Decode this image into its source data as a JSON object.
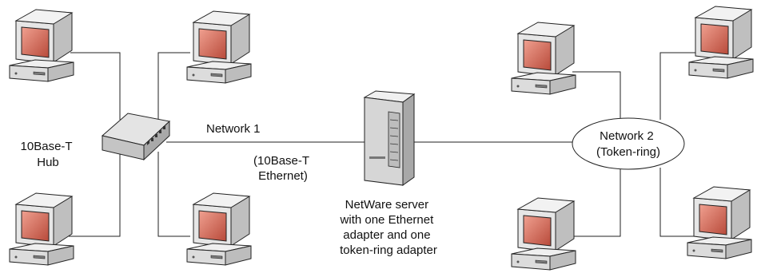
{
  "labels": {
    "hub": [
      "10Base-T",
      "Hub"
    ],
    "network1": [
      "Network 1"
    ],
    "network1_type": [
      "(10Base-T",
      "Ethernet)"
    ],
    "server": [
      "NetWare server",
      "with one Ethernet",
      "adapter and one",
      "token-ring adapter"
    ],
    "network2": [
      "Network 2",
      "(Token-ring)"
    ]
  },
  "icons": {
    "workstation": "computer-workstation-icon",
    "hub": "ethernet-hub-icon",
    "server": "tower-server-icon",
    "ring": "token-ring-ellipse"
  },
  "colors": {
    "monitor_body": "#d9d9d9",
    "screen": "#e07a6a",
    "screen_dark": "#b84a3a",
    "server_body": "#cfcfcf",
    "hub_body": "#bdbdbd"
  }
}
